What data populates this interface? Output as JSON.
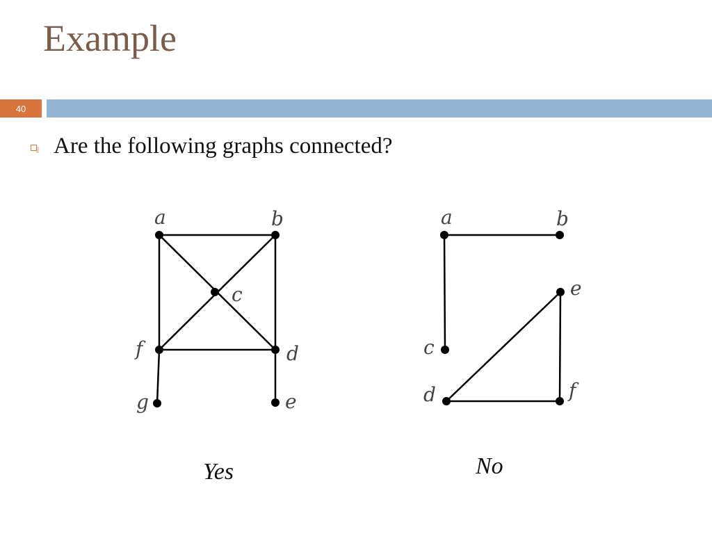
{
  "slide": {
    "title": "Example",
    "number": "40",
    "question": "Are the following graphs connected?"
  },
  "colors": {
    "title": "#7a5c4b",
    "accent": "#d8743c",
    "bar": "#93b5d3"
  },
  "graphs": [
    {
      "answer": "Yes",
      "vertices": [
        {
          "id": "a",
          "label": "a"
        },
        {
          "id": "b",
          "label": "b"
        },
        {
          "id": "c",
          "label": "c"
        },
        {
          "id": "d",
          "label": "d"
        },
        {
          "id": "e",
          "label": "e"
        },
        {
          "id": "f",
          "label": "f"
        },
        {
          "id": "g",
          "label": "g"
        }
      ],
      "edges": [
        [
          "a",
          "b"
        ],
        [
          "a",
          "f"
        ],
        [
          "a",
          "d"
        ],
        [
          "b",
          "f"
        ],
        [
          "b",
          "d"
        ],
        [
          "f",
          "d"
        ],
        [
          "f",
          "g"
        ],
        [
          "d",
          "e"
        ]
      ]
    },
    {
      "answer": "No",
      "vertices": [
        {
          "id": "a",
          "label": "a"
        },
        {
          "id": "b",
          "label": "b"
        },
        {
          "id": "c",
          "label": "c"
        },
        {
          "id": "d",
          "label": "d"
        },
        {
          "id": "e",
          "label": "e"
        },
        {
          "id": "f",
          "label": "f"
        }
      ],
      "edges": [
        [
          "a",
          "b"
        ],
        [
          "a",
          "c"
        ],
        [
          "d",
          "e"
        ],
        [
          "d",
          "f"
        ],
        [
          "e",
          "f"
        ]
      ]
    }
  ]
}
